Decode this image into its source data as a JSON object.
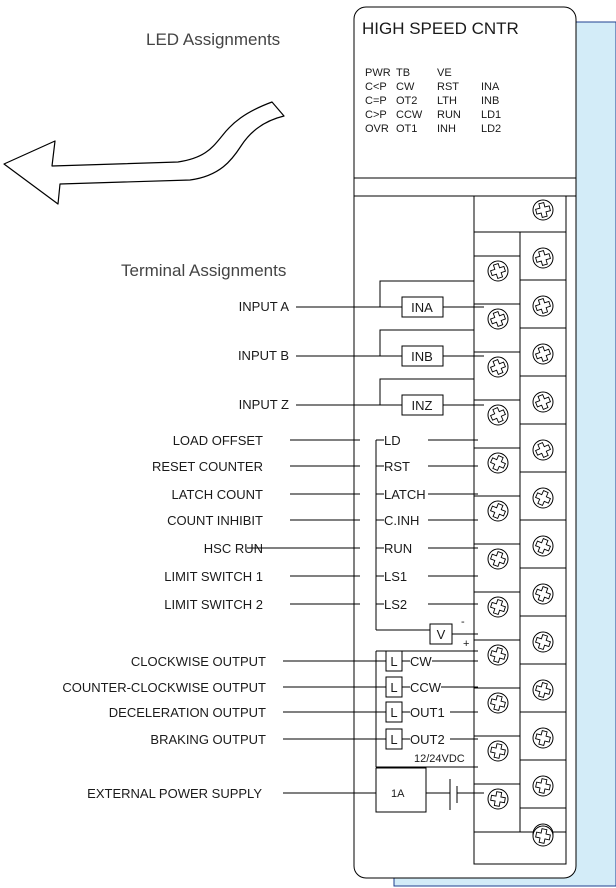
{
  "headings": {
    "led_assignments": "LED Assignments",
    "terminal_assignments": "Terminal Assignments"
  },
  "module": {
    "title": "HIGH SPEED CNTR",
    "led_columns": [
      [
        "PWR",
        "C<P",
        "C=P",
        "C>P",
        "OVR"
      ],
      [
        "TB",
        "CW",
        "OT2",
        "CCW",
        "OT1"
      ],
      [
        "VE",
        "RST",
        "LTH",
        "RUN",
        "INH"
      ],
      [
        "",
        "INA",
        "INB",
        "LD1",
        "LD2"
      ]
    ]
  },
  "inputs": [
    {
      "label": "INPUT A",
      "terminal": "INA"
    },
    {
      "label": "INPUT B",
      "terminal": "INB"
    },
    {
      "label": "INPUT Z",
      "terminal": "INZ"
    }
  ],
  "signals": [
    {
      "label": "LOAD OFFSET",
      "terminal": "LD"
    },
    {
      "label": "RESET COUNTER",
      "terminal": "RST"
    },
    {
      "label": "LATCH COUNT",
      "terminal": "LATCH"
    },
    {
      "label": "COUNT INHIBIT",
      "terminal": "C.INH"
    },
    {
      "label": "HSC RUN",
      "terminal": "RUN"
    },
    {
      "label": "LIMIT SWITCH 1",
      "terminal": "LS1"
    },
    {
      "label": "LIMIT SWITCH 2",
      "terminal": "LS2"
    }
  ],
  "supply": {
    "box_label": "V",
    "minus": "-",
    "plus": "+"
  },
  "outputs": [
    {
      "label": "CLOCKWISE OUTPUT",
      "terminal": "CW",
      "load": "L"
    },
    {
      "label": "COUNTER-CLOCKWISE OUTPUT",
      "terminal": "CCW",
      "load": "L"
    },
    {
      "label": "DECELERATION OUTPUT",
      "terminal": "OUT1",
      "load": "L"
    },
    {
      "label": "BRAKING OUTPUT",
      "terminal": "OUT2",
      "load": "L"
    }
  ],
  "external": {
    "label": "EXTERNAL POWER SUPPLY",
    "voltage": "12/24VDC",
    "fuse": "1A"
  }
}
